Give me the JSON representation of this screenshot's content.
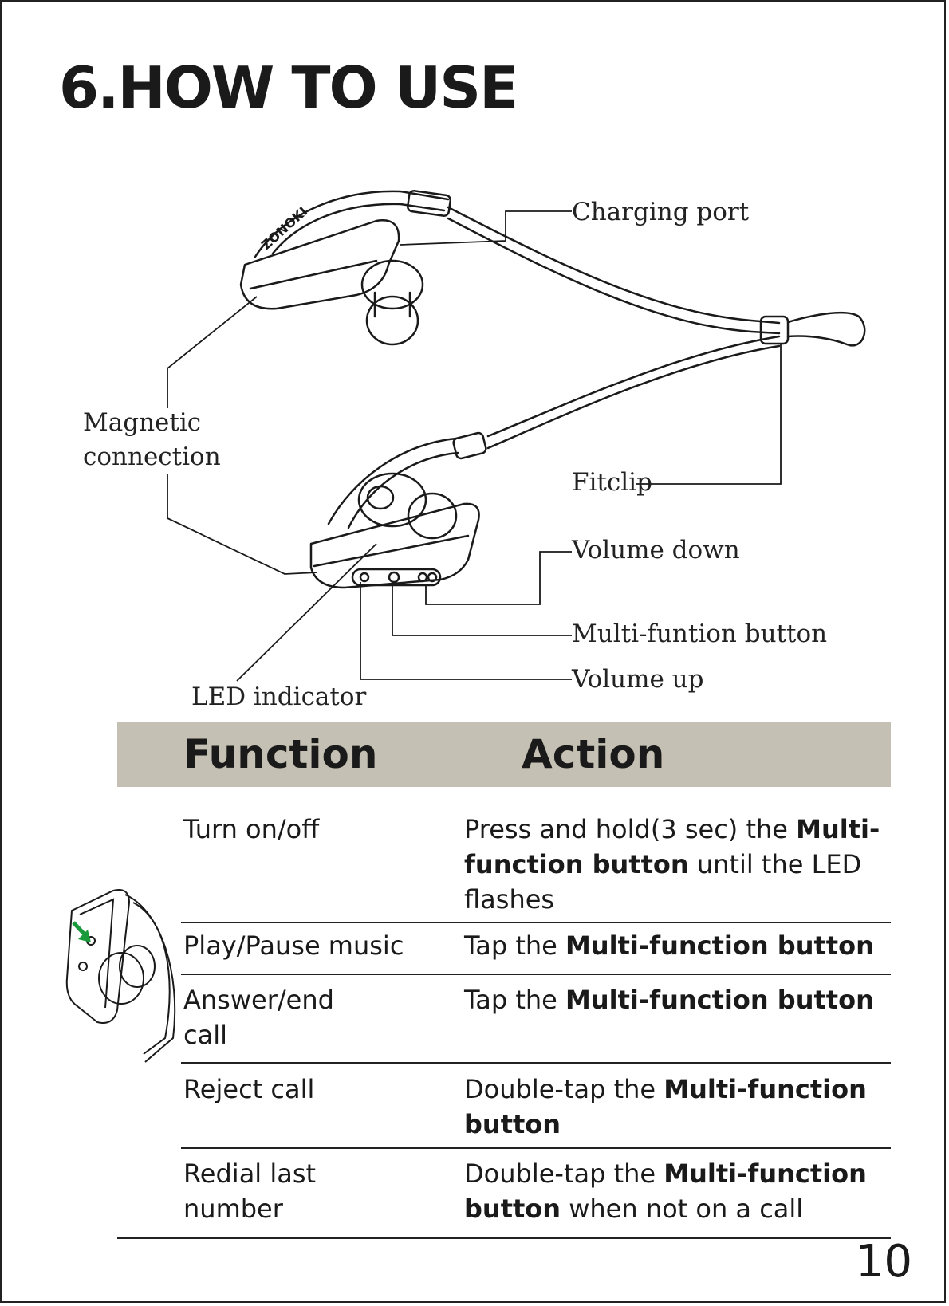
{
  "title": "6.HOW TO USE",
  "diagram": {
    "brand": "ZONOKI",
    "labels": {
      "charging_port": "Charging port",
      "magnetic_line1": "Magnetic",
      "magnetic_line2": "connection",
      "fitclip": "Fitclip",
      "volume_down": "Volume down",
      "multi_function": "Multi-funtion button",
      "volume_up": "Volume up",
      "led": "LED indicator"
    }
  },
  "table": {
    "headers": {
      "function": "Function",
      "action": "Action"
    },
    "rows": [
      {
        "function": "Turn on/off",
        "action_pre": "Press and hold(3 sec) the ",
        "action_bold": "Multi-function button",
        "action_post": " until the LED flashes"
      },
      {
        "function": "Play/Pause music",
        "action_pre": "Tap the ",
        "action_bold": "Multi-function button",
        "action_post": ""
      },
      {
        "function": "Answer/end call",
        "action_pre": "Tap the ",
        "action_bold": "Multi-function button",
        "action_post": ""
      },
      {
        "function": "Reject call",
        "action_pre": "Double-tap the ",
        "action_bold": "Multi-function button",
        "action_post": ""
      },
      {
        "function": "Redial last number",
        "action_pre": "Double-tap the ",
        "action_bold": "Multi-function button",
        "action_post": " when not on a call"
      }
    ]
  },
  "page_number": "10",
  "colors": {
    "header_bg": "#c4c0b3",
    "arrow": "#1a9a3a"
  }
}
